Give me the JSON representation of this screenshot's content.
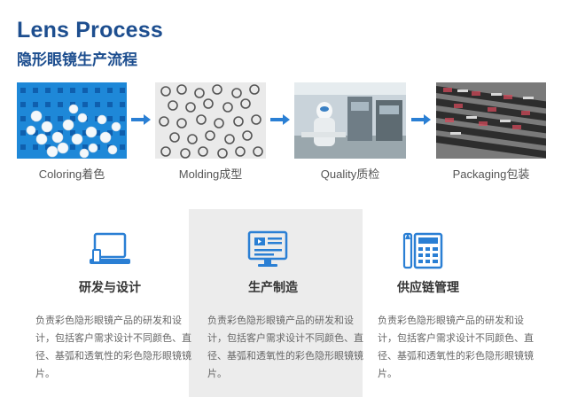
{
  "header": {
    "title_en": "Lens Process",
    "title_cn": "隐形眼镜生产流程"
  },
  "steps": [
    {
      "label": "Coloring着色"
    },
    {
      "label": "Molding成型"
    },
    {
      "label": "Quality质检"
    },
    {
      "label": "Packaging包装"
    }
  ],
  "features": [
    {
      "icon": "laptop-icon",
      "title": "研发与设计",
      "desc": "负责彩色隐形眼镜产品的研发和设计，包括客户需求设计不同颜色、直径、基弧和透氧性的彩色隐形眼镜镜片。"
    },
    {
      "icon": "monitor-icon",
      "title": "生产制造",
      "desc": "负责彩色隐形眼镜产品的研发和设计，包括客户需求设计不同颜色、直径、基弧和透氧性的彩色隐形眼镜镜片。"
    },
    {
      "icon": "calculator-icon",
      "title": "供应链管理",
      "desc": "负责彩色隐形眼镜产品的研发和设计，包括客户需求设计不同颜色、直径、基弧和透氧性的彩色隐形眼镜镜片。"
    }
  ],
  "colors": {
    "brand": "#1d4e8f",
    "accent": "#2a7fd4",
    "highlight_bg": "#ececec"
  }
}
